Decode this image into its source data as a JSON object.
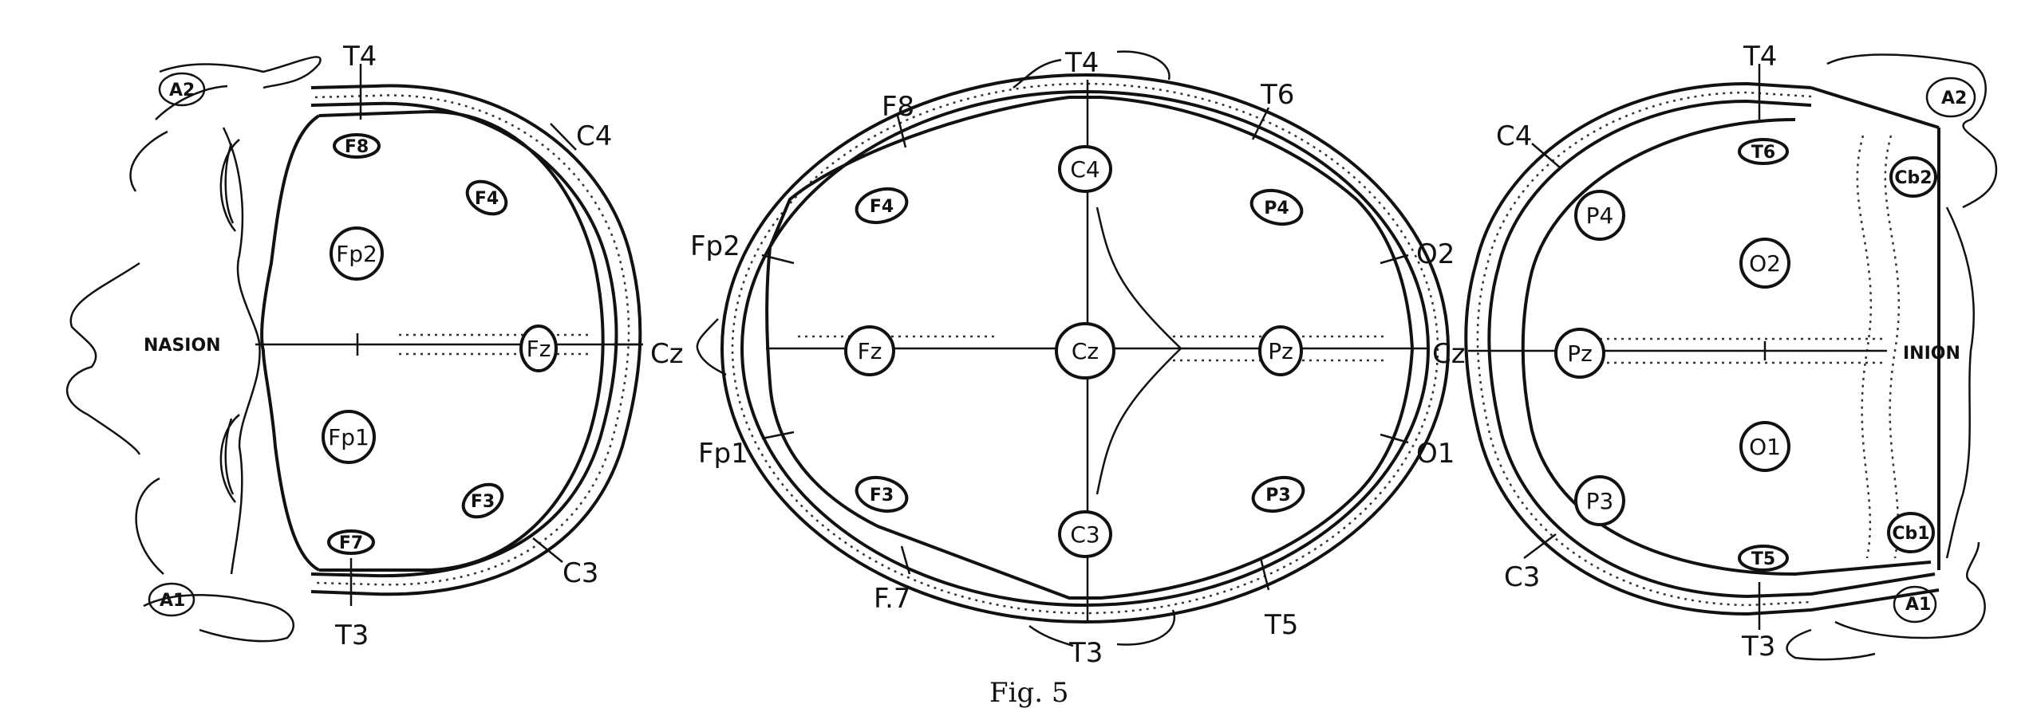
{
  "figure": {
    "caption": "Fig. 5",
    "left_view": {
      "labels": {
        "t4": "T4",
        "t3": "T3",
        "c4": "C4",
        "c3": "C3",
        "cz": "Cz",
        "nasion": "NASION",
        "a2": "A2",
        "a1": "A1"
      },
      "electrodes": {
        "f8": "F8",
        "f4": "F4",
        "fp2": "Fp2",
        "fz": "Fz",
        "fp1": "Fp1",
        "f3": "F3",
        "f7": "F7"
      }
    },
    "center_view": {
      "labels": {
        "t4": "T4",
        "t3": "T3",
        "f8": "F8",
        "t6": "T6",
        "fp2": "Fp2",
        "o2": "O2",
        "fp1": "Fp1",
        "o1": "O1",
        "f7": "F.7",
        "t5": "T5"
      },
      "electrodes": {
        "c4": "C4",
        "f4": "F4",
        "p4": "P4",
        "fz": "Fz",
        "cz": "Cz",
        "pz": "Pz",
        "f3": "F3",
        "p3": "P3",
        "c3": "C3"
      }
    },
    "right_view": {
      "labels": {
        "t4": "T4",
        "c4": "C4",
        "c3": "C3",
        "t3": "T3",
        "cz": "Cz",
        "inion": "INION",
        "a2": "A2",
        "a1": "A1"
      },
      "electrodes": {
        "t6": "T6",
        "cb2": "Cb2",
        "p4": "P4",
        "o2": "O2",
        "pz": "Pz",
        "o1": "O1",
        "p3": "P3",
        "t5": "T5",
        "cb1": "Cb1"
      }
    }
  }
}
